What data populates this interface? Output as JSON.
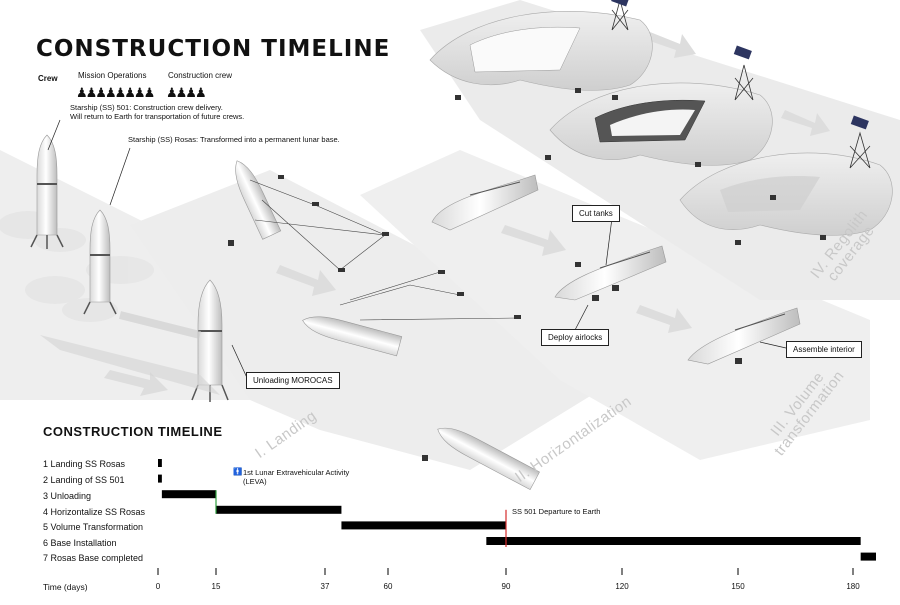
{
  "title": "CONSTRUCTION TIMELINE",
  "crew": {
    "label": "Crew",
    "groups": [
      {
        "name": "Mission Operations",
        "count": 8
      },
      {
        "name": "Construction crew",
        "count": 4
      }
    ]
  },
  "notes": {
    "ss501": "Starship (SS) 501: Construction crew delivery.\nWill return to Earth for transportation of future crews.",
    "rosas": "Starship (SS) Rosas: Transformed into a permanent lunar base."
  },
  "callouts": {
    "unloading": "Unloading MOROCAS",
    "cut_tanks": "Cut tanks",
    "deploy_airlocks": "Deploy airlocks",
    "assemble_interior": "Assemble interior"
  },
  "phases": [
    "I. Landing",
    "II. Horizontalization",
    "III. Volume\ntransformation",
    "IV. Regolith\ncoverage"
  ],
  "gantt": {
    "title": "CONSTRUCTION TIMELINE",
    "axis_label": "Time (days)",
    "ticks": [
      0,
      15,
      37,
      60,
      90,
      120,
      150,
      180
    ],
    "tasks": [
      {
        "label": "1 Landing SS Rosas",
        "start": 0,
        "end": 1
      },
      {
        "label": "2 Landing of SS 501",
        "start": 0,
        "end": 1
      },
      {
        "label": "3 Unloading",
        "start": 1,
        "end": 15
      },
      {
        "label": "4 Horizontalize SS Rosas",
        "start": 15,
        "end": 43
      },
      {
        "label": "5 Volume Transformation",
        "start": 43,
        "end": 90
      },
      {
        "label": "6 Base Installation",
        "start": 85,
        "end": 182
      },
      {
        "label": "7 Rosas Base completed",
        "start": 182,
        "end": 186
      }
    ],
    "milestones": [
      {
        "label": "1st Lunar Extravehicular Activity\n(LEVA)",
        "day": 15,
        "color": "#2e9e3e"
      },
      {
        "label": "SS 501 Departure to Earth",
        "day": 90,
        "color": "#d62b2b"
      }
    ]
  }
}
